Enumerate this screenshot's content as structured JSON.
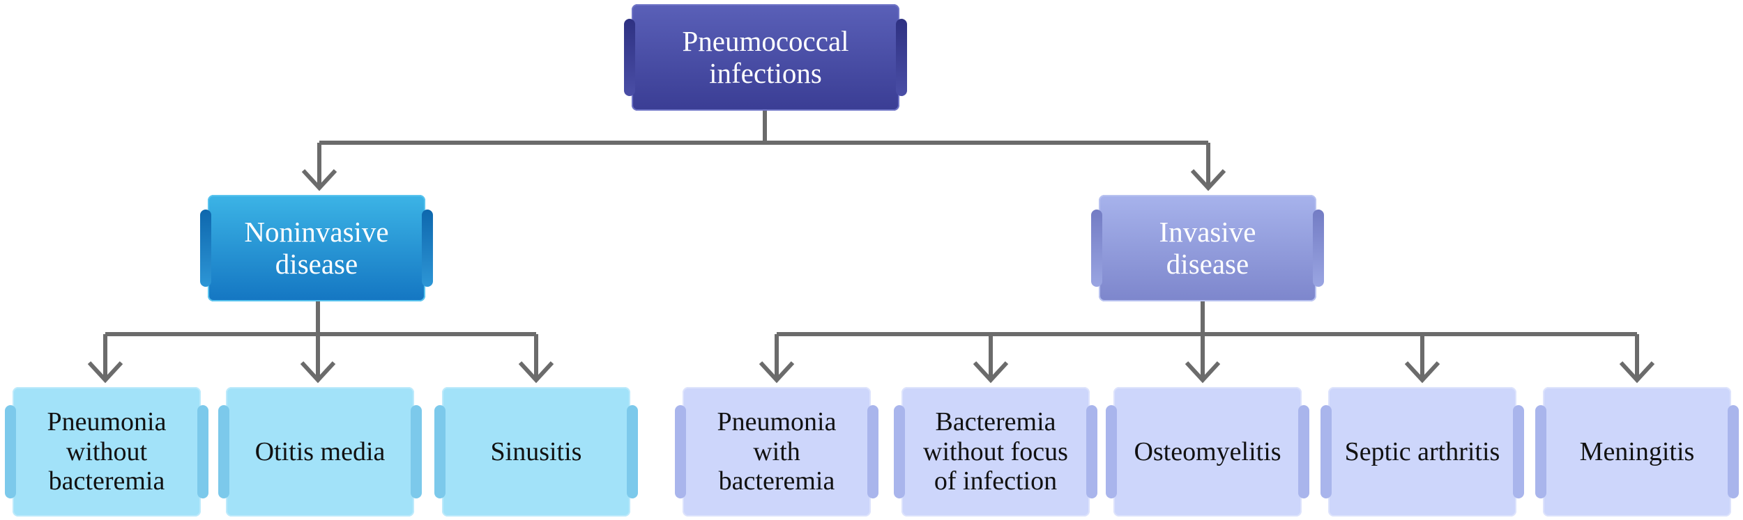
{
  "root": {
    "line1": "Pneumococcal",
    "line2": "infections"
  },
  "branches": {
    "noninvasive": {
      "line1": "Noninvasive",
      "line2": "disease"
    },
    "invasive": {
      "line1": "Invasive",
      "line2": "disease"
    }
  },
  "noninvasive_items": [
    {
      "line1": "Pneumonia",
      "line2": "without",
      "line3": "bacteremia"
    },
    {
      "line1": "Otitis media"
    },
    {
      "line1": "Sinusitis"
    }
  ],
  "invasive_items": [
    {
      "line1": "Pneumonia",
      "line2": "with",
      "line3": "bacteremia"
    },
    {
      "line1": "Bacteremia",
      "line2": "without focus",
      "line3": "of infection"
    },
    {
      "line1": "Osteomyelitis"
    },
    {
      "line1": "Septic arthritis"
    },
    {
      "line1": "Meningitis"
    }
  ],
  "colors": {
    "connector": "#6b6b6b",
    "root": "#3f43a0",
    "noninvasive": "#1e90d8",
    "invasive": "#8f99dc",
    "noninvasive_leaf": "#a2e2f9",
    "invasive_leaf": "#cdd6fb"
  }
}
